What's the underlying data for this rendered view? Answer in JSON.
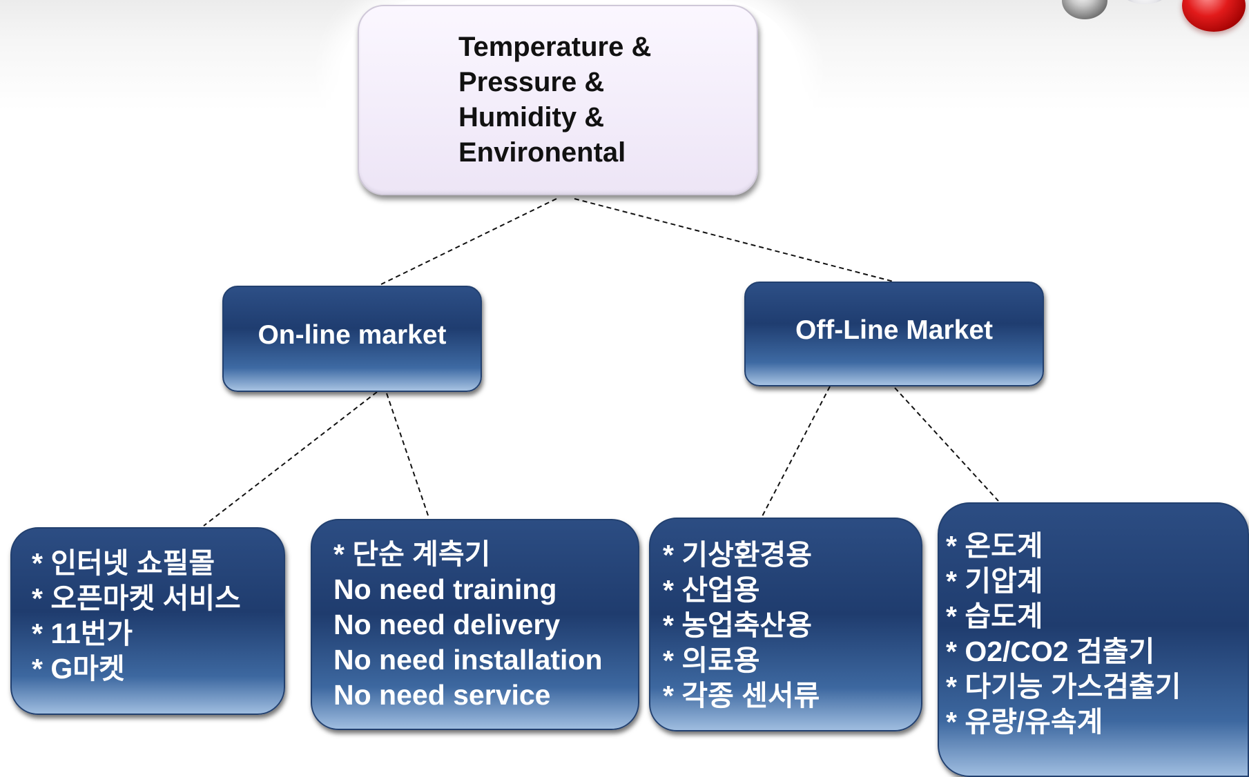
{
  "root": {
    "lines": [
      "Temperature &",
      "Pressure &",
      "Humidity &",
      "Environental"
    ]
  },
  "online": {
    "label": "On-line market"
  },
  "offline": {
    "label": "Off-Line Market"
  },
  "leaves": {
    "online_shops": [
      "* 인터넷 쇼필몰",
      "* 오픈마켓 서비스",
      "* 11번가",
      "* G마켓"
    ],
    "online_simple": [
      "* 단순 계측기",
      "No need training",
      "No need delivery",
      "No need installation",
      "No need service"
    ],
    "offline_uses": [
      "* 기상환경용",
      "* 산업용",
      "* 농업축산용",
      "* 의료용",
      "* 각종 센서류"
    ],
    "offline_instruments": [
      "* 온도계",
      "* 기압계",
      "* 습도계",
      "* O2/CO2 검출기",
      "* 다기능 가스검출기",
      "* 유량/유속계"
    ]
  },
  "colors": {
    "node_blue_top": "#1f3d70",
    "node_blue_bottom": "#a7c3e3",
    "root_fill": "#ede5f6",
    "text_white": "#ffffff",
    "text_dark": "#111111"
  },
  "decorations": [
    "gray-orb",
    "white-orb",
    "red-orb"
  ]
}
